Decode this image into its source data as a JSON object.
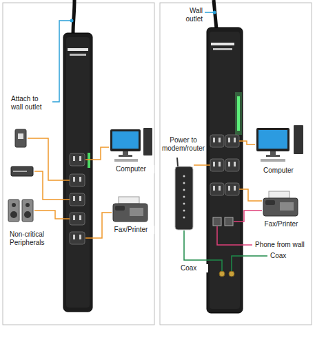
{
  "diagram": {
    "labels": [
      "Attach to wall outlet",
      "Computer",
      "Non-critical Peripherals",
      "Fax/Printer",
      "Wall outlet",
      "Power to modem/router",
      "Computer",
      "Fax/Printer",
      "Phone from wall",
      "Coax",
      "Coax"
    ]
  }
}
